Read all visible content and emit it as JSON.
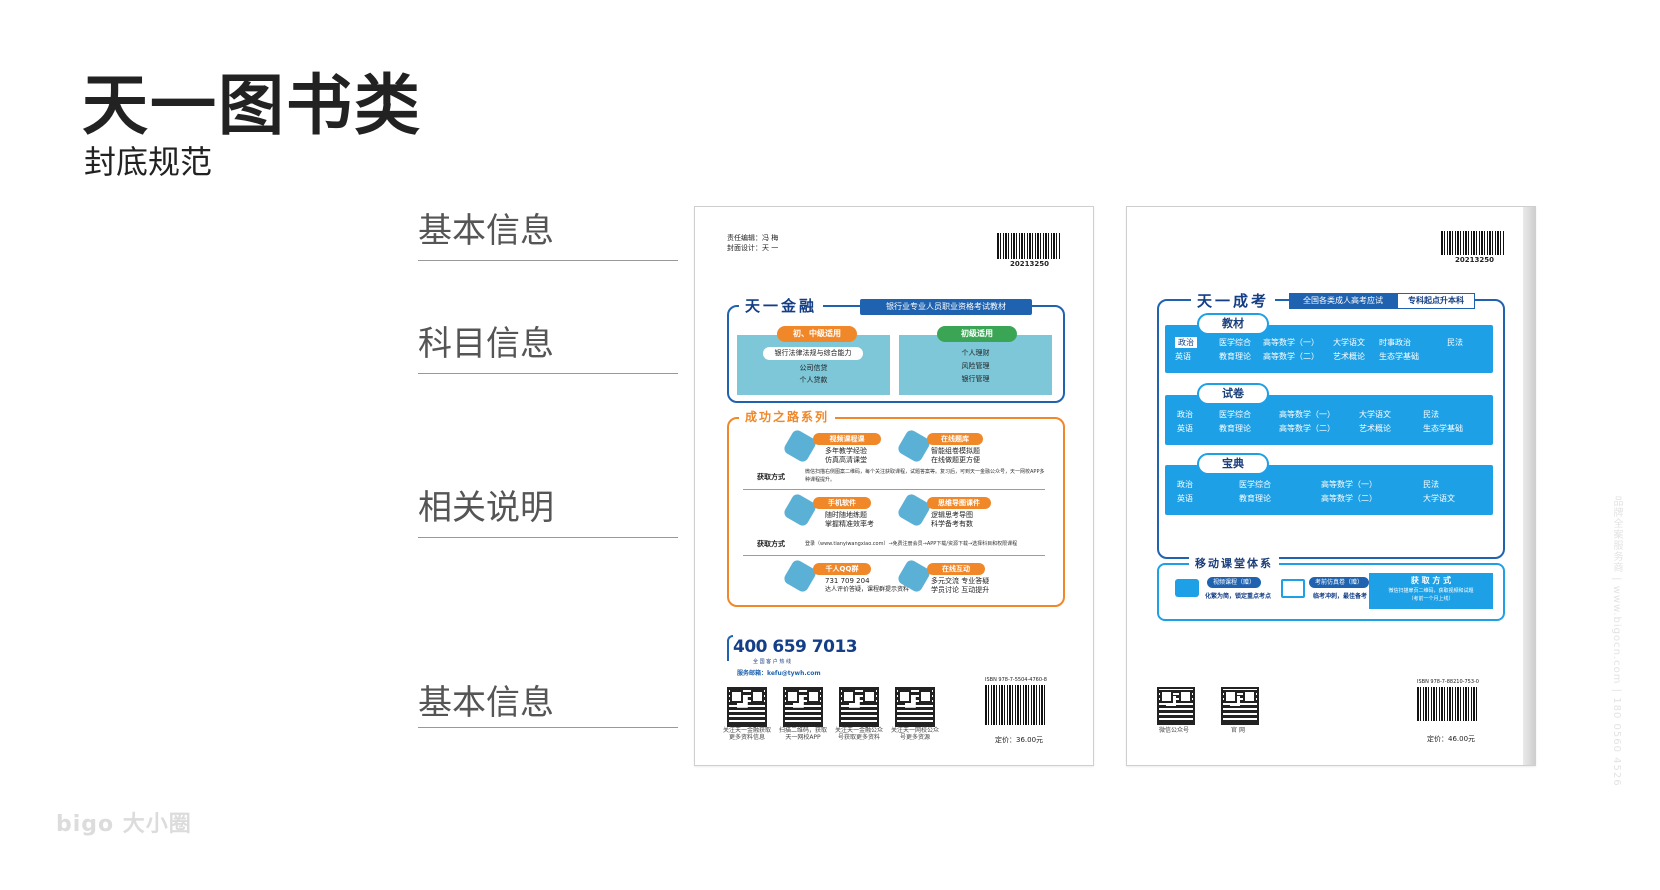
{
  "header": {
    "title": "天一图书类",
    "subtitle": "封底规范"
  },
  "labels": [
    "基本信息",
    "科目信息",
    "相关说明",
    "基本信息"
  ],
  "left_cover": {
    "editor": "责任编辑：冯 梅",
    "designer": "封面设计：天 一",
    "barcode_number": "20213250",
    "brand": "天一金融",
    "brand_tag": "银行业专业人员职业资格考试教材",
    "pill_mid": "初、中级适用",
    "pill_junior": "初级适用",
    "mid_items": [
      "银行法律法规与综合能力",
      "公司信贷",
      "个人贷款"
    ],
    "junior_items": [
      "个人理财",
      "风险管理",
      "银行管理"
    ],
    "series_title": "成功之路系列",
    "features": [
      {
        "title": "视频课程课",
        "lines": [
          "多年教学经验",
          "仿真高清课堂"
        ]
      },
      {
        "title": "在线题库",
        "lines": [
          "智能组卷模拟题",
          "在线做题更方便"
        ]
      },
      {
        "title": "手机软件",
        "lines": [
          "随时随地练题",
          "掌握精准效率考"
        ]
      },
      {
        "title": "思维导图课件",
        "lines": [
          "逻辑思考导图",
          "科学备考有数"
        ]
      },
      {
        "title": "千人QQ群",
        "lines": [
          "731 709 204",
          "达人评价答疑，课程群提示资料"
        ]
      },
      {
        "title": "在线互动",
        "lines": [
          "多元交流 专业答疑",
          "学员讨论 互动提升"
        ]
      }
    ],
    "access_label": "获取方式",
    "access_text_1": "微信扫描右侧图案二维码，每个关注获取课程，试题答案等。复习后，可到天一金融公众号，天一网校APP多种课程提升。",
    "access_text_2": "登录（www.tianyiwangxiao.com）→免费注册会员→APP下载/资源下载→选择科目和权限课程",
    "phone": "400 659 7013",
    "phone_caption": "全 国 客 户 热 线",
    "service_email": "服务邮箱：kefu@tywh.com",
    "qr_captions": [
      "关注天一金融获取更多资料信息",
      "扫描二维码，获取天一网校APP",
      "关注天一金融公众号获取更多资料",
      "关注天一网校公众号更多资源"
    ],
    "isbn": "ISBN 978-7-5504-4760-8",
    "price": "定价：36.00元"
  },
  "right_cover": {
    "barcode_number": "20213250",
    "brand": "天一成考",
    "brand_tag_1": "全国各类成人高考应试",
    "brand_tag_2": "专科起点升本科",
    "sections": [
      {
        "tab": "教材",
        "rows": [
          [
            "政治",
            "医学综合",
            "高等数学（一）",
            "大学语文",
            "时事政治",
            "民法"
          ],
          [
            "英语",
            "教育理论",
            "高等数学（二）",
            "艺术概论",
            "生态学基础",
            ""
          ]
        ]
      },
      {
        "tab": "试卷",
        "rows": [
          [
            "政治",
            "医学综合",
            "高等数学（一）",
            "大学语文",
            "民法",
            ""
          ],
          [
            "英语",
            "教育理论",
            "高等数学（二）",
            "艺术概论",
            "生态学基础",
            ""
          ]
        ]
      },
      {
        "tab": "宝典",
        "rows": [
          [
            "政治",
            "医学综合",
            "高等数学（一）",
            "民法",
            "",
            ""
          ],
          [
            "英语",
            "教育理论",
            "高等数学（二）",
            "大学语文",
            "",
            ""
          ]
        ]
      }
    ],
    "mobile_title": "移动课堂体系",
    "mobile_item_1": "视频课程（赠）",
    "mobile_item_1_sub": "化繁为简，锁定重点考点",
    "mobile_item_2": "考前仿真卷（赠）",
    "mobile_item_2_sub": "临考冲刺，最佳备考",
    "access_title": "获 取 方 式",
    "access_lines": [
      "微信扫描扉页二维码，获取视频和试题",
      "（考前一个月上线）"
    ],
    "qr_captions": [
      "微信公众号",
      "官 网"
    ],
    "isbn": "ISBN 978-7-88210-753-0",
    "price": "定价：46.00元"
  },
  "watermark": "bigo 大小圈",
  "side_vertical_text": "品牌全案服务商 | www.bigocn.com | 180 0560 4526"
}
